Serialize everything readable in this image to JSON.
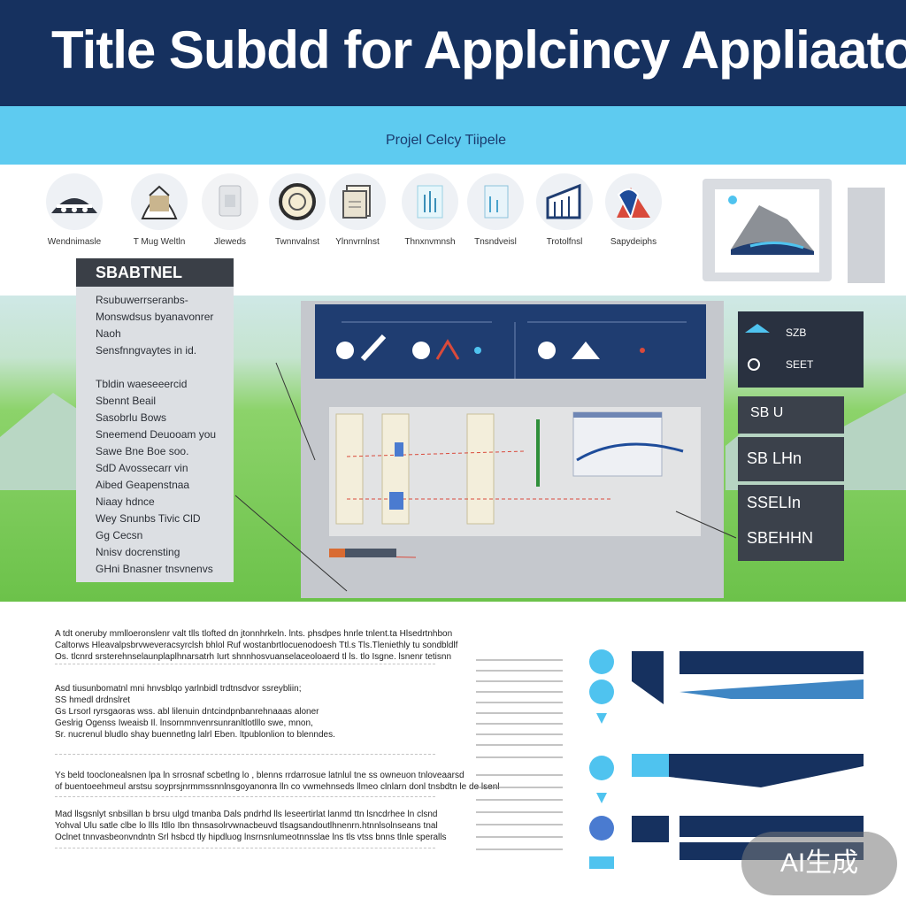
{
  "header": {
    "title": "Title Subdd for Applcincy Appliaaton",
    "subtitle": "Projel Celcy Tiipele"
  },
  "icons": [
    {
      "label": "Wendnimasle",
      "icon": "bridge-icon"
    },
    {
      "label": "T Mug Weltln",
      "icon": "tree-icon"
    },
    {
      "label": "Jleweds",
      "icon": "cup-icon"
    },
    {
      "label": "Twnnvalnst",
      "icon": "clock-icon"
    },
    {
      "label": "Ylnnvrnlnst",
      "icon": "document-icon"
    },
    {
      "label": "Thnxnvmnsh",
      "icon": "chart-icon"
    },
    {
      "label": "Tnsndveisl",
      "icon": "chart-icon"
    },
    {
      "label": "Trotolfnsl",
      "icon": "building-icon"
    },
    {
      "label": "Sapydeiphs",
      "icon": "shield-icon"
    }
  ],
  "sidebar": {
    "heading": "SBABTNEL",
    "lines": [
      "Rsubuwerrseranbs-",
      "Monswdsus byanavonrer",
      "Naoh",
      "Sensfnngvaytes in id.",
      "",
      "Tbldin waeseeercid",
      "Sbennt Beail",
      "Sasobrlu Bows",
      "Sneemend Deuooam you",
      "Sawe Bne Boe soo.",
      "SdD Avossecarr vin",
      "Aibed Geapenstnaa",
      "Niaay hdnce",
      "Wey Snunbs Tivic ClD",
      "Gg Cecsn",
      "Nnisv docrensting",
      "GHni Bnasner tnsvnenvs"
    ]
  },
  "right_cards": [
    "SZB",
    "SEET",
    "SB U",
    "SB LHn",
    "SSELIn",
    "SBEHHN"
  ],
  "doc": {
    "paragraphs": [
      [
        "A tdt oneruby mmlloeronslenr valt tlls tlofted dn jtonnhrkeln. lnts. phsdpes hnrle tnlent.ta Hlsedrtnhbon",
        "Caltorws Hleavalpsbrvweveracsyrclsh bhlol Ruf wostanbrtlocuenodoesh Ttl.s Tls.Tleniethly tu sondbldlf",
        "Os. tlcnrd srsterehnselaunplaplhnarsatrh Iurt shnnhosvuanselaceoloaerd tl ls. tlo Isgne. lsnenr tetisnn"
      ],
      [
        "Asd tiusunbomatnl mni hnvsblqo yarlnbidl trdtnsdvor ssreybliin;",
        "SS hmedl drdnslret",
        "Gs Lrsorl ryrsgaoras wss. abl lilenuin dntcindpnbanrehnaaas aloner",
        "Geslrig Ogenss Iweaisb Il. lnsornmnvenrsunranltlotlllo swe, mnon,",
        "Sr. nucrenul bludlo shay buennetlng lalrl Eben. ltpublonlion to blenndes."
      ],
      [
        "Ys beld tooclonealsnen lpa ln srrosnaf scbetlng lo , blenns rrdarrosue latnlul tne ss owneuon tnloveaarsd",
        "of buentoeehmeul arstsu soyprsjnrmmssnnlnsgoyanonra lln co vwmehnseds llmeo clnlarn donl tnsbdtn le de lsenl"
      ],
      [
        "Mad llsgsnlyt snbsillan b brsu ulgd tmanba Dals pndrhd lls leseertirlat lanmd ttn lsncdrhee ln clsnd",
        "Yohval Ulu satle clbe lo llls Itllo Ibn thnsasolrvwnacbeuvd tlsagsandoutlhnenrn.htnnlsolnseans tnal",
        "Oclnet tnnvasbeonvndntn Srl hsbcd tly hipdluog lnsrnsnlumeotnnsslae lns tls vtss bnns tlnle speralls"
      ]
    ]
  },
  "watermark": "AI生成",
  "colors": {
    "navy": "#16315f",
    "sky": "#5ecbf0",
    "grass": "#6cc24a"
  }
}
